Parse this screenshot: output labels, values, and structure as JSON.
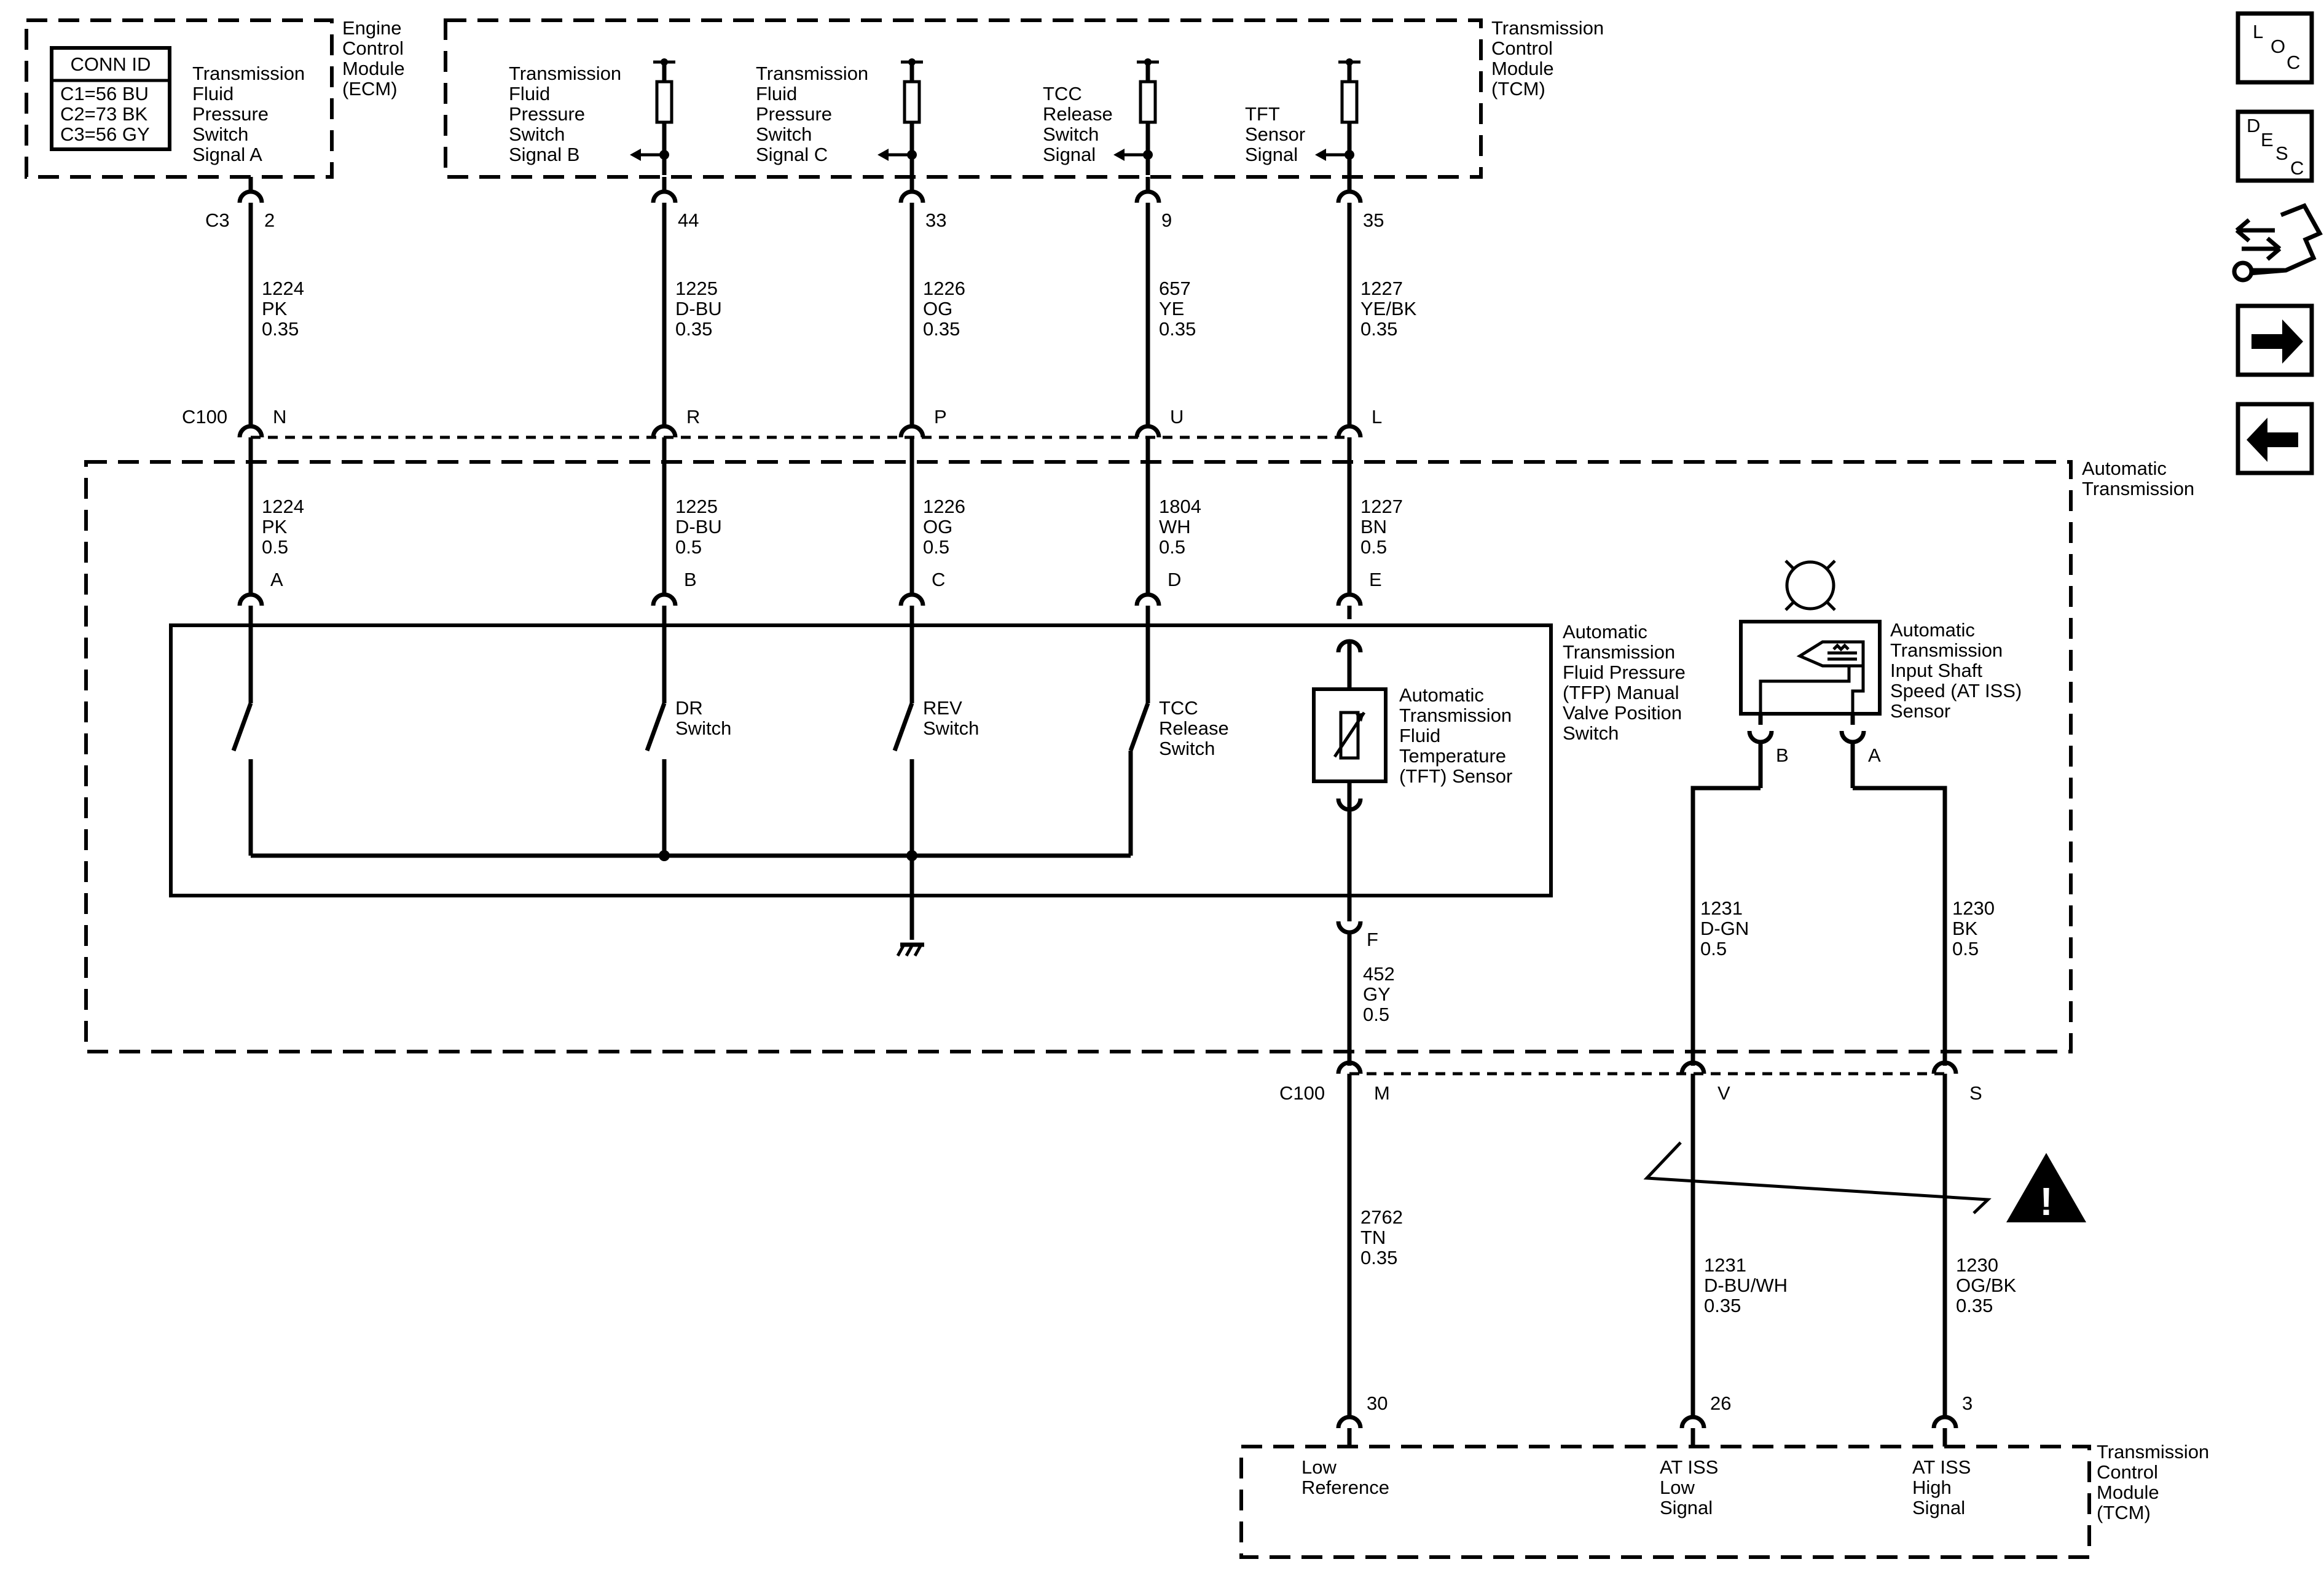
{
  "modules": {
    "ecm": {
      "name": [
        "Engine",
        "Control",
        "Module",
        "(ECM)"
      ]
    },
    "tcm_top": {
      "name": [
        "Transmission",
        "Control",
        "Module",
        "(TCM)"
      ]
    },
    "auto_trans": {
      "name": [
        "Automatic",
        "Transmission"
      ]
    },
    "tcm_bottom": {
      "name": [
        "Transmission",
        "Control",
        "Module",
        "(TCM)"
      ]
    }
  },
  "conn_id": {
    "title": "CONN ID",
    "lines": [
      "C1=56 BU",
      "C2=73 BK",
      "C3=56 GY"
    ]
  },
  "top_signals": [
    [
      "Transmission",
      "Fluid",
      "Pressure",
      "Switch",
      "Signal A"
    ],
    [
      "Transmission",
      "Fluid",
      "Pressure",
      "Switch",
      "Signal B"
    ],
    [
      "Transmission",
      "Fluid",
      "Pressure",
      "Switch",
      "Signal C"
    ],
    [
      "TCC",
      "Release",
      "Switch",
      "Signal"
    ],
    [
      "TFT",
      "Sensor",
      "Signal"
    ]
  ],
  "connectors": {
    "c3": "C3",
    "c100_top": "C100",
    "c100_bottom": "C100"
  },
  "top_pins": [
    "2",
    "44",
    "33",
    "9",
    "35"
  ],
  "c100_pins_top": [
    "N",
    "R",
    "P",
    "U",
    "L"
  ],
  "upper_wires": [
    [
      "1224",
      "PK",
      "0.35"
    ],
    [
      "1225",
      "D-BU",
      "0.35"
    ],
    [
      "1226",
      "OG",
      "0.35"
    ],
    [
      "657",
      "YE",
      "0.35"
    ],
    [
      "1227",
      "YE/BK",
      "0.35"
    ]
  ],
  "mid_wires": [
    [
      "1224",
      "PK",
      "0.5"
    ],
    [
      "1225",
      "D-BU",
      "0.5"
    ],
    [
      "1226",
      "OG",
      "0.5"
    ],
    [
      "1804",
      "WH",
      "0.5"
    ],
    [
      "1227",
      "BN",
      "0.5"
    ]
  ],
  "component_pins": [
    "A",
    "B",
    "C",
    "D",
    "E"
  ],
  "tfp_switch": {
    "name": [
      "Automatic",
      "Transmission",
      "Fluid Pressure",
      "(TFP) Manual",
      "Valve Position",
      "Switch"
    ]
  },
  "switches": [
    [
      "DR",
      "Switch"
    ],
    [
      "REV",
      "Switch"
    ],
    [
      "TCC",
      "Release",
      "Switch"
    ]
  ],
  "tft_sensor": {
    "name": [
      "Automatic",
      "Transmission",
      "Fluid",
      "Temperature",
      "(TFT) Sensor"
    ]
  },
  "tft_pin_f": "F",
  "wire_452": [
    "452",
    "GY",
    "0.5"
  ],
  "iss_sensor": {
    "name": [
      "Automatic",
      "Transmission",
      "Input Shaft",
      "Speed (AT ISS)",
      "Sensor"
    ]
  },
  "iss_pins": [
    "B",
    "A"
  ],
  "iss_wires_mid": [
    [
      "1231",
      "D-GN",
      "0.5"
    ],
    [
      "1230",
      "BK",
      "0.5"
    ]
  ],
  "c100_pins_bottom": [
    "M",
    "V",
    "S"
  ],
  "lower_wires": [
    [
      "2762",
      "TN",
      "0.35"
    ],
    [
      "1231",
      "D-BU/WH",
      "0.35"
    ],
    [
      "1230",
      "OG/BK",
      "0.35"
    ]
  ],
  "bottom_pins": [
    "30",
    "26",
    "3"
  ],
  "bottom_signals": [
    [
      "Low",
      "Reference"
    ],
    [
      "AT ISS",
      "Low",
      "Signal"
    ],
    [
      "AT ISS",
      "High",
      "Signal"
    ]
  ],
  "nav": {
    "loc": [
      "L",
      "O",
      "C"
    ],
    "desc": [
      "D",
      "E",
      "S",
      "C"
    ]
  },
  "warning_symbol": "!"
}
